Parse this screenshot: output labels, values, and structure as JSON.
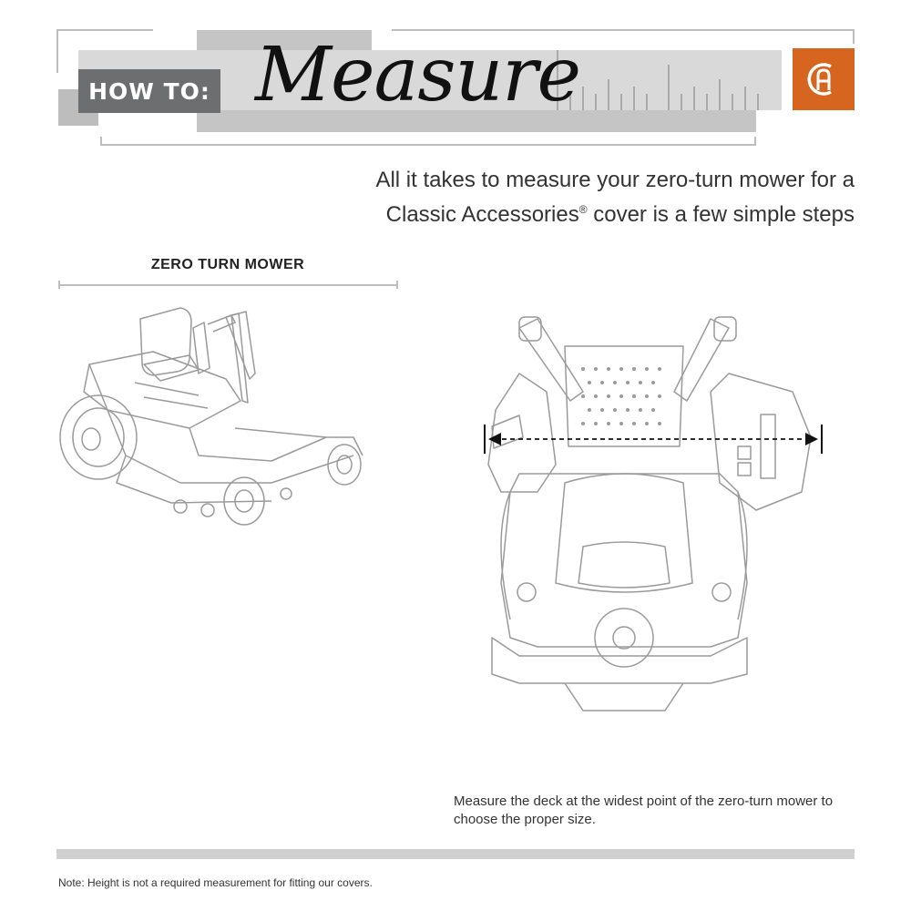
{
  "header": {
    "badge_label": "HOW TO:",
    "title": "Measure",
    "logo_icon": "classic-accessories-logo-icon",
    "logo_color": "#d6651f",
    "badge_color": "#6d6e70"
  },
  "intro": {
    "line1": "All it takes to measure your zero-turn mower for a",
    "line2_prefix": "Classic Accessories",
    "line2_mark": "®",
    "line2_suffix": " cover is a few simple steps"
  },
  "section": {
    "label": "ZERO TURN MOWER"
  },
  "illustrations": {
    "side_view": "zero-turn-mower-side-illustration",
    "top_view": "zero-turn-mower-top-illustration",
    "measure_arrow": "double-arrow-measure-icon"
  },
  "caption": {
    "text": "Measure the deck at the widest point of the zero-turn mower to choose the proper size."
  },
  "note": {
    "text": "Note: Height is not a required measurement for fitting our covers."
  }
}
